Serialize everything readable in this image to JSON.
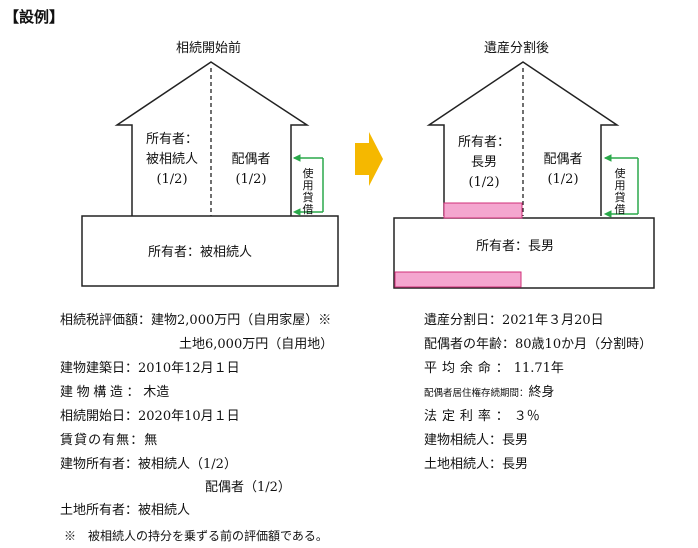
{
  "title": "【設例】",
  "before": {
    "caption": "相続開始前",
    "left_room": [
      "所有者：",
      "被相続人",
      "(1/2)"
    ],
    "right_room": [
      "配偶者",
      "(1/2)"
    ],
    "ground": "所有者：被相続人",
    "usage_right": "使用貸借"
  },
  "after": {
    "caption": "遺産分割後",
    "left_room": [
      "所有者：",
      "長男",
      "(1/2)"
    ],
    "right_room": [
      "配偶者",
      "(1/2)"
    ],
    "ground": "所有者：長男",
    "usage_right": "使用貸借",
    "highlight_color": "#f4a6cf"
  },
  "arrow_color": "#f5b800",
  "left_facts": [
    {
      "label": "相続税評価額：",
      "value": "建物2,000万円（自用家屋）※"
    },
    {
      "label": "",
      "value": "土地6,000万円（自用地）"
    },
    {
      "label": "建物建築日：",
      "value": "2010年12月１日"
    },
    {
      "label": "建物構造：",
      "value": "木造"
    },
    {
      "label": "相続開始日：",
      "value": "2020年10月１日"
    },
    {
      "label": "賃貸の有無：",
      "value": "無"
    },
    {
      "label": "建物所有者：",
      "value": "被相続人（1/2）"
    },
    {
      "label": "",
      "value": "配偶者（1/2）"
    },
    {
      "label": "土地所有者：",
      "value": "被相続人"
    }
  ],
  "right_facts": [
    {
      "label": "遺産分割日：",
      "value": "2021年３月20日"
    },
    {
      "label": "配偶者の年齢：",
      "value": "80歳10か月（分割時）"
    },
    {
      "label": "平均余命：",
      "value": "11.71年"
    },
    {
      "label": "配偶者居住権存続期間：",
      "value": "終身"
    },
    {
      "label": "法定利率：",
      "value": "３％"
    },
    {
      "label": "建物相続人：",
      "value": "長男"
    },
    {
      "label": "土地相続人：",
      "value": "長男"
    }
  ],
  "footnote": "※　被相続人の持分を乗ずる前の評価額である。"
}
